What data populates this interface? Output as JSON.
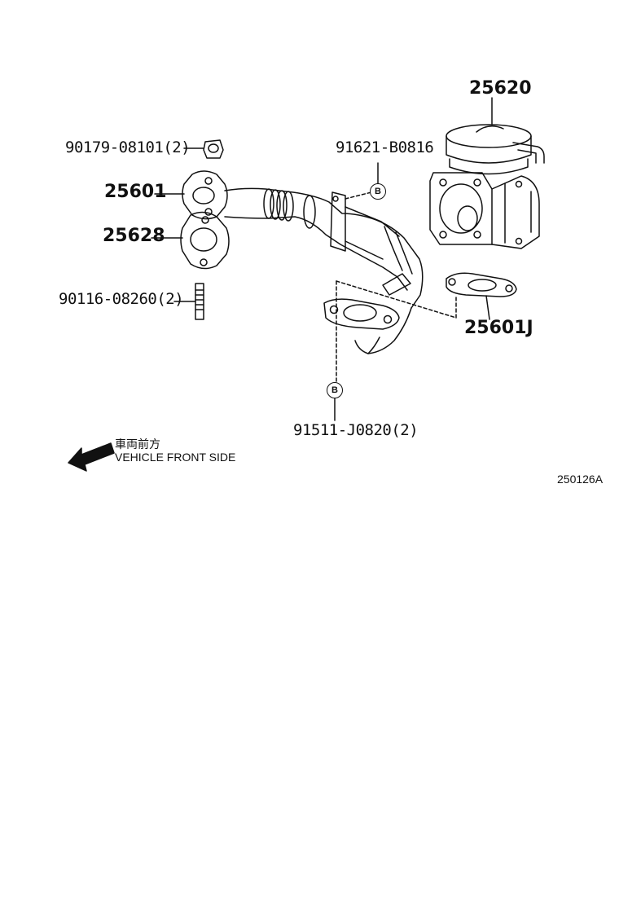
{
  "parts": {
    "p25620": "25620",
    "p90179": "90179-08101(2)",
    "p91621": "91621-B0816",
    "p25601": "25601",
    "p25628": "25628",
    "p90116": "90116-08260(2)",
    "p25601j": "25601J",
    "p91511": "91511-J0820(2)"
  },
  "callouts": {
    "b1": "B",
    "b2": "B"
  },
  "direction": {
    "japanese": "車両前方",
    "english": "VEHICLE FRONT SIDE"
  },
  "diagram_code": "250126A",
  "icons": [
    "front-direction-arrow-icon"
  ]
}
